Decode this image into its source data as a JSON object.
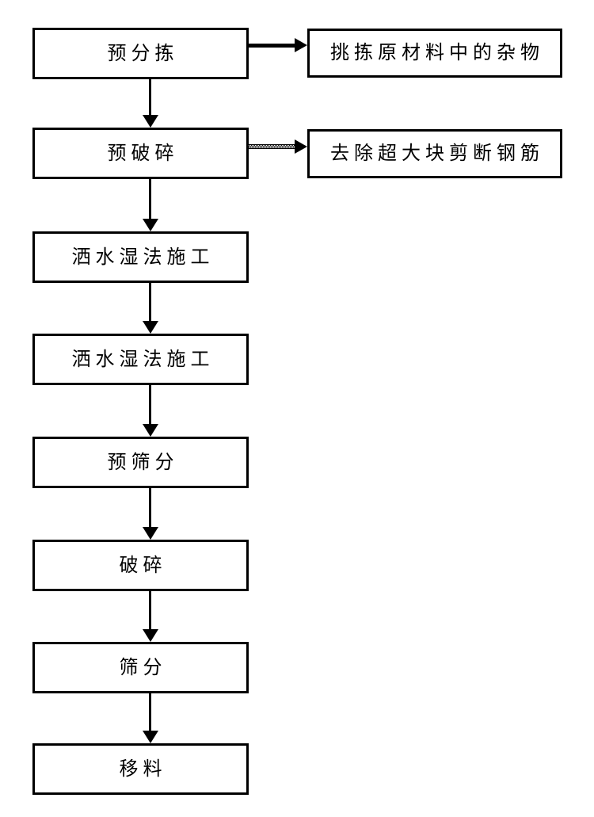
{
  "diagram": {
    "type": "flowchart",
    "background_color": "#ffffff",
    "line_color": "#000000",
    "box_fill_color": "#ffffff",
    "steps": [
      {
        "label": "预分拣"
      },
      {
        "label": "预破碎"
      },
      {
        "label": "洒水湿法施工"
      },
      {
        "label": "洒水湿法施工"
      },
      {
        "label": "预筛分"
      },
      {
        "label": "破碎"
      },
      {
        "label": "筛分"
      },
      {
        "label": "移料"
      }
    ],
    "side_notes": [
      {
        "label": "挑拣原材料中的杂物",
        "connects_from": "预分拣",
        "arrow_style": "solid"
      },
      {
        "label": "去除超大块剪断钢筋",
        "connects_from": "预破碎",
        "arrow_style": "dotted"
      }
    ]
  }
}
